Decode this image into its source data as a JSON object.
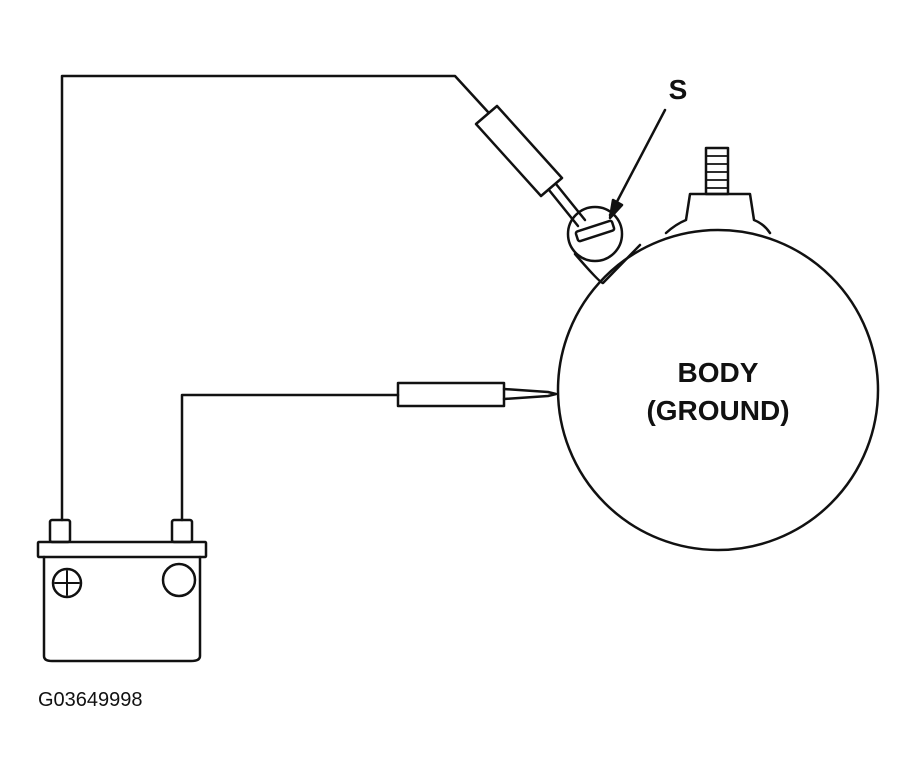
{
  "labels": {
    "terminal": "S",
    "body_line1": "BODY",
    "body_line2": "(GROUND)",
    "figure_id": "G03649998"
  },
  "icons": {
    "battery_positive": "plus-circle-icon",
    "battery_negative": "circle-icon"
  }
}
